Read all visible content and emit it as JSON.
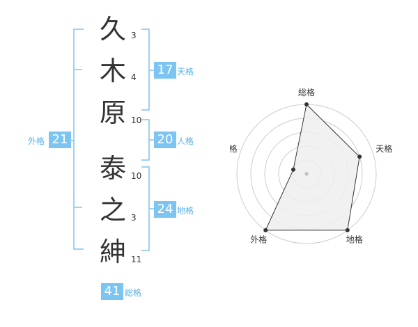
{
  "name_chars": [
    {
      "char": "久",
      "strokes": "3"
    },
    {
      "char": "木",
      "strokes": "4"
    },
    {
      "char": "原",
      "strokes": "10"
    },
    {
      "char": "泰",
      "strokes": "10"
    },
    {
      "char": "之",
      "strokes": "3"
    },
    {
      "char": "紳",
      "strokes": "11"
    }
  ],
  "fortunes": {
    "tenkaku": {
      "value": "17",
      "label": "天格"
    },
    "jinkaku": {
      "value": "20",
      "label": "人格"
    },
    "chikaku": {
      "value": "24",
      "label": "地格"
    },
    "gaikaku": {
      "value": "21",
      "label": "外格"
    },
    "soukaku": {
      "value": "41",
      "label": "総格"
    }
  },
  "radar": {
    "axes": [
      "総格",
      "天格",
      "地格",
      "外格",
      "人格"
    ],
    "levels": 5,
    "values": [
      5,
      4,
      5,
      5,
      1
    ],
    "max": 5,
    "accent": "#7cc4f2",
    "fill": "#efefef",
    "line": "#333333"
  }
}
